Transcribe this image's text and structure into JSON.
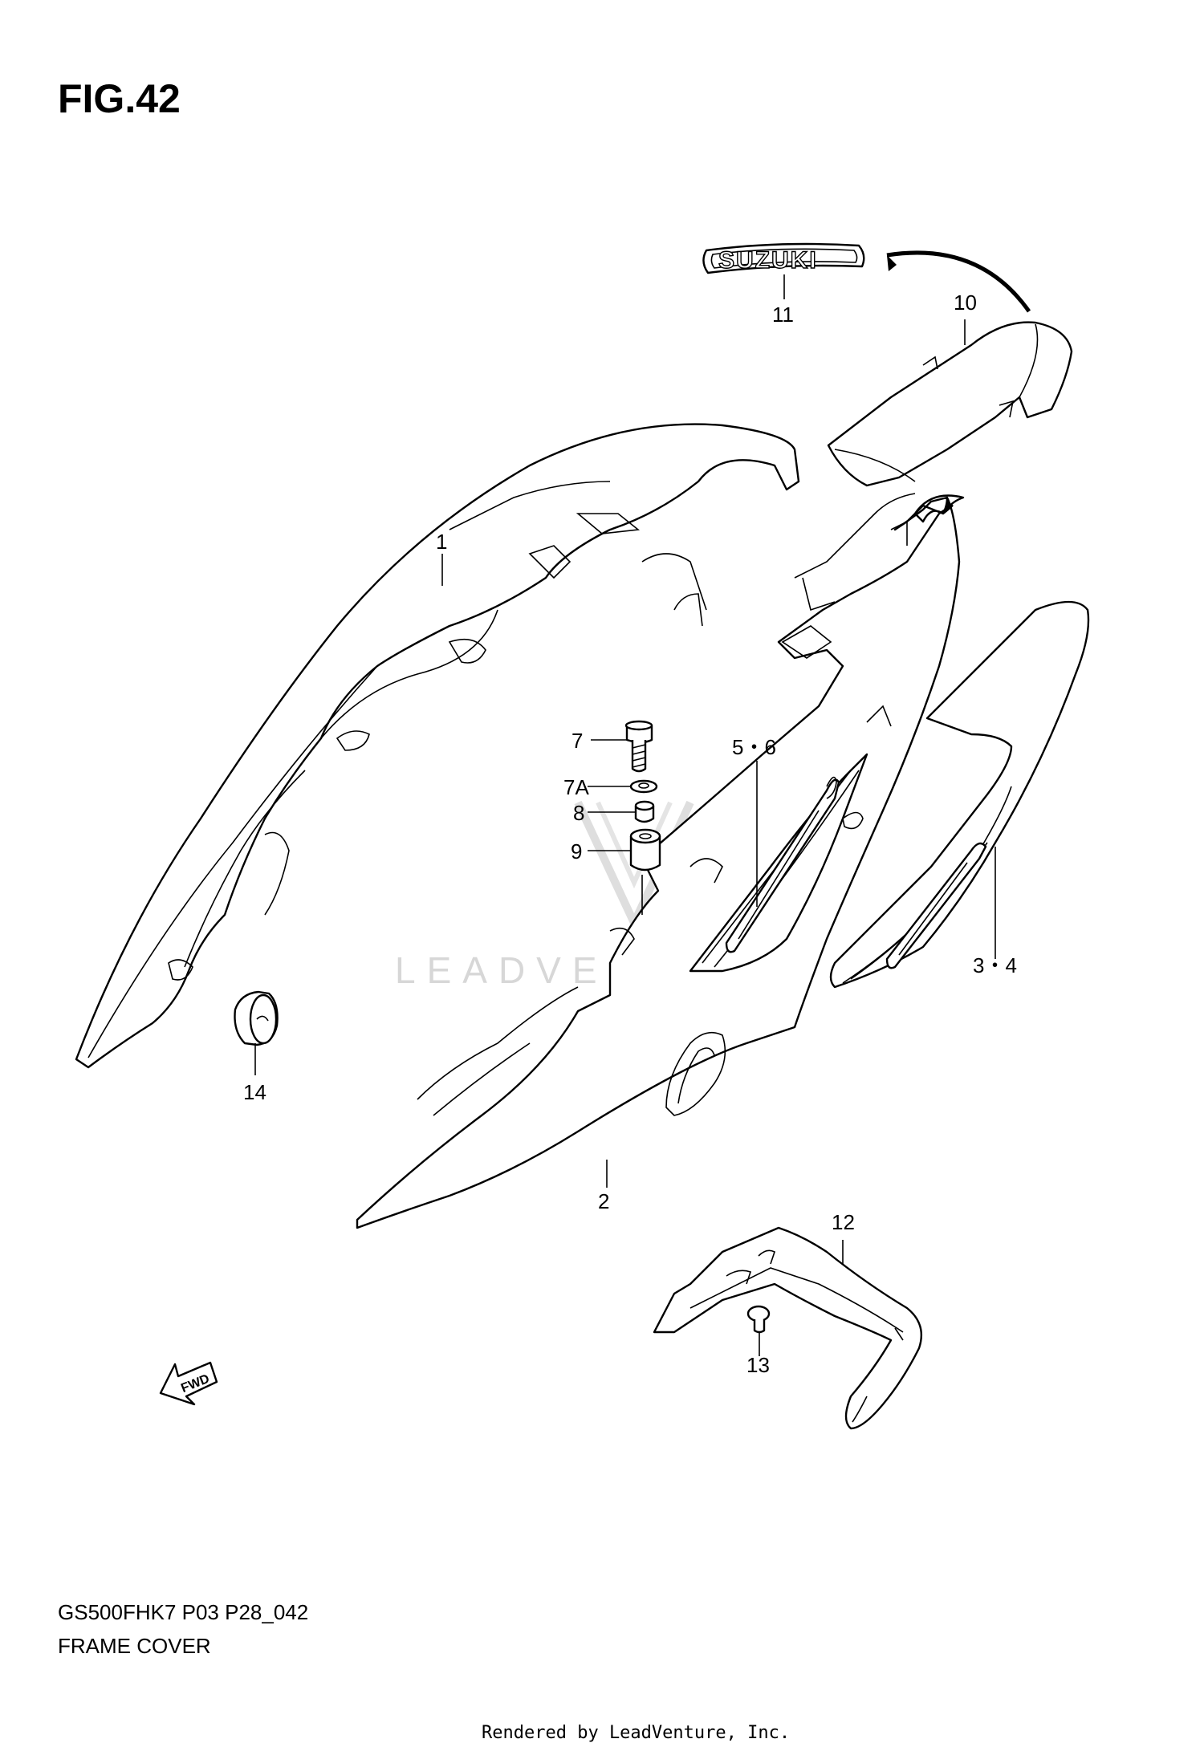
{
  "figure": {
    "title": "FIG.42",
    "model_code": "GS500FHK7 P03 P28_042",
    "section_name": "FRAME COVER",
    "credit": "Rendered by LeadVenture, Inc.",
    "watermark": "LEADVENTURE",
    "badge_text": "SUZUKI",
    "fwd_text": "FWD"
  },
  "callouts": {
    "c1": "1",
    "c2": "2",
    "c34": "3・4",
    "c56": "5・6",
    "c7": "7",
    "c7a": "7A",
    "c8": "8",
    "c9": "9",
    "c10": "10",
    "c11": "11",
    "c12": "12",
    "c13": "13",
    "c14": "14"
  }
}
